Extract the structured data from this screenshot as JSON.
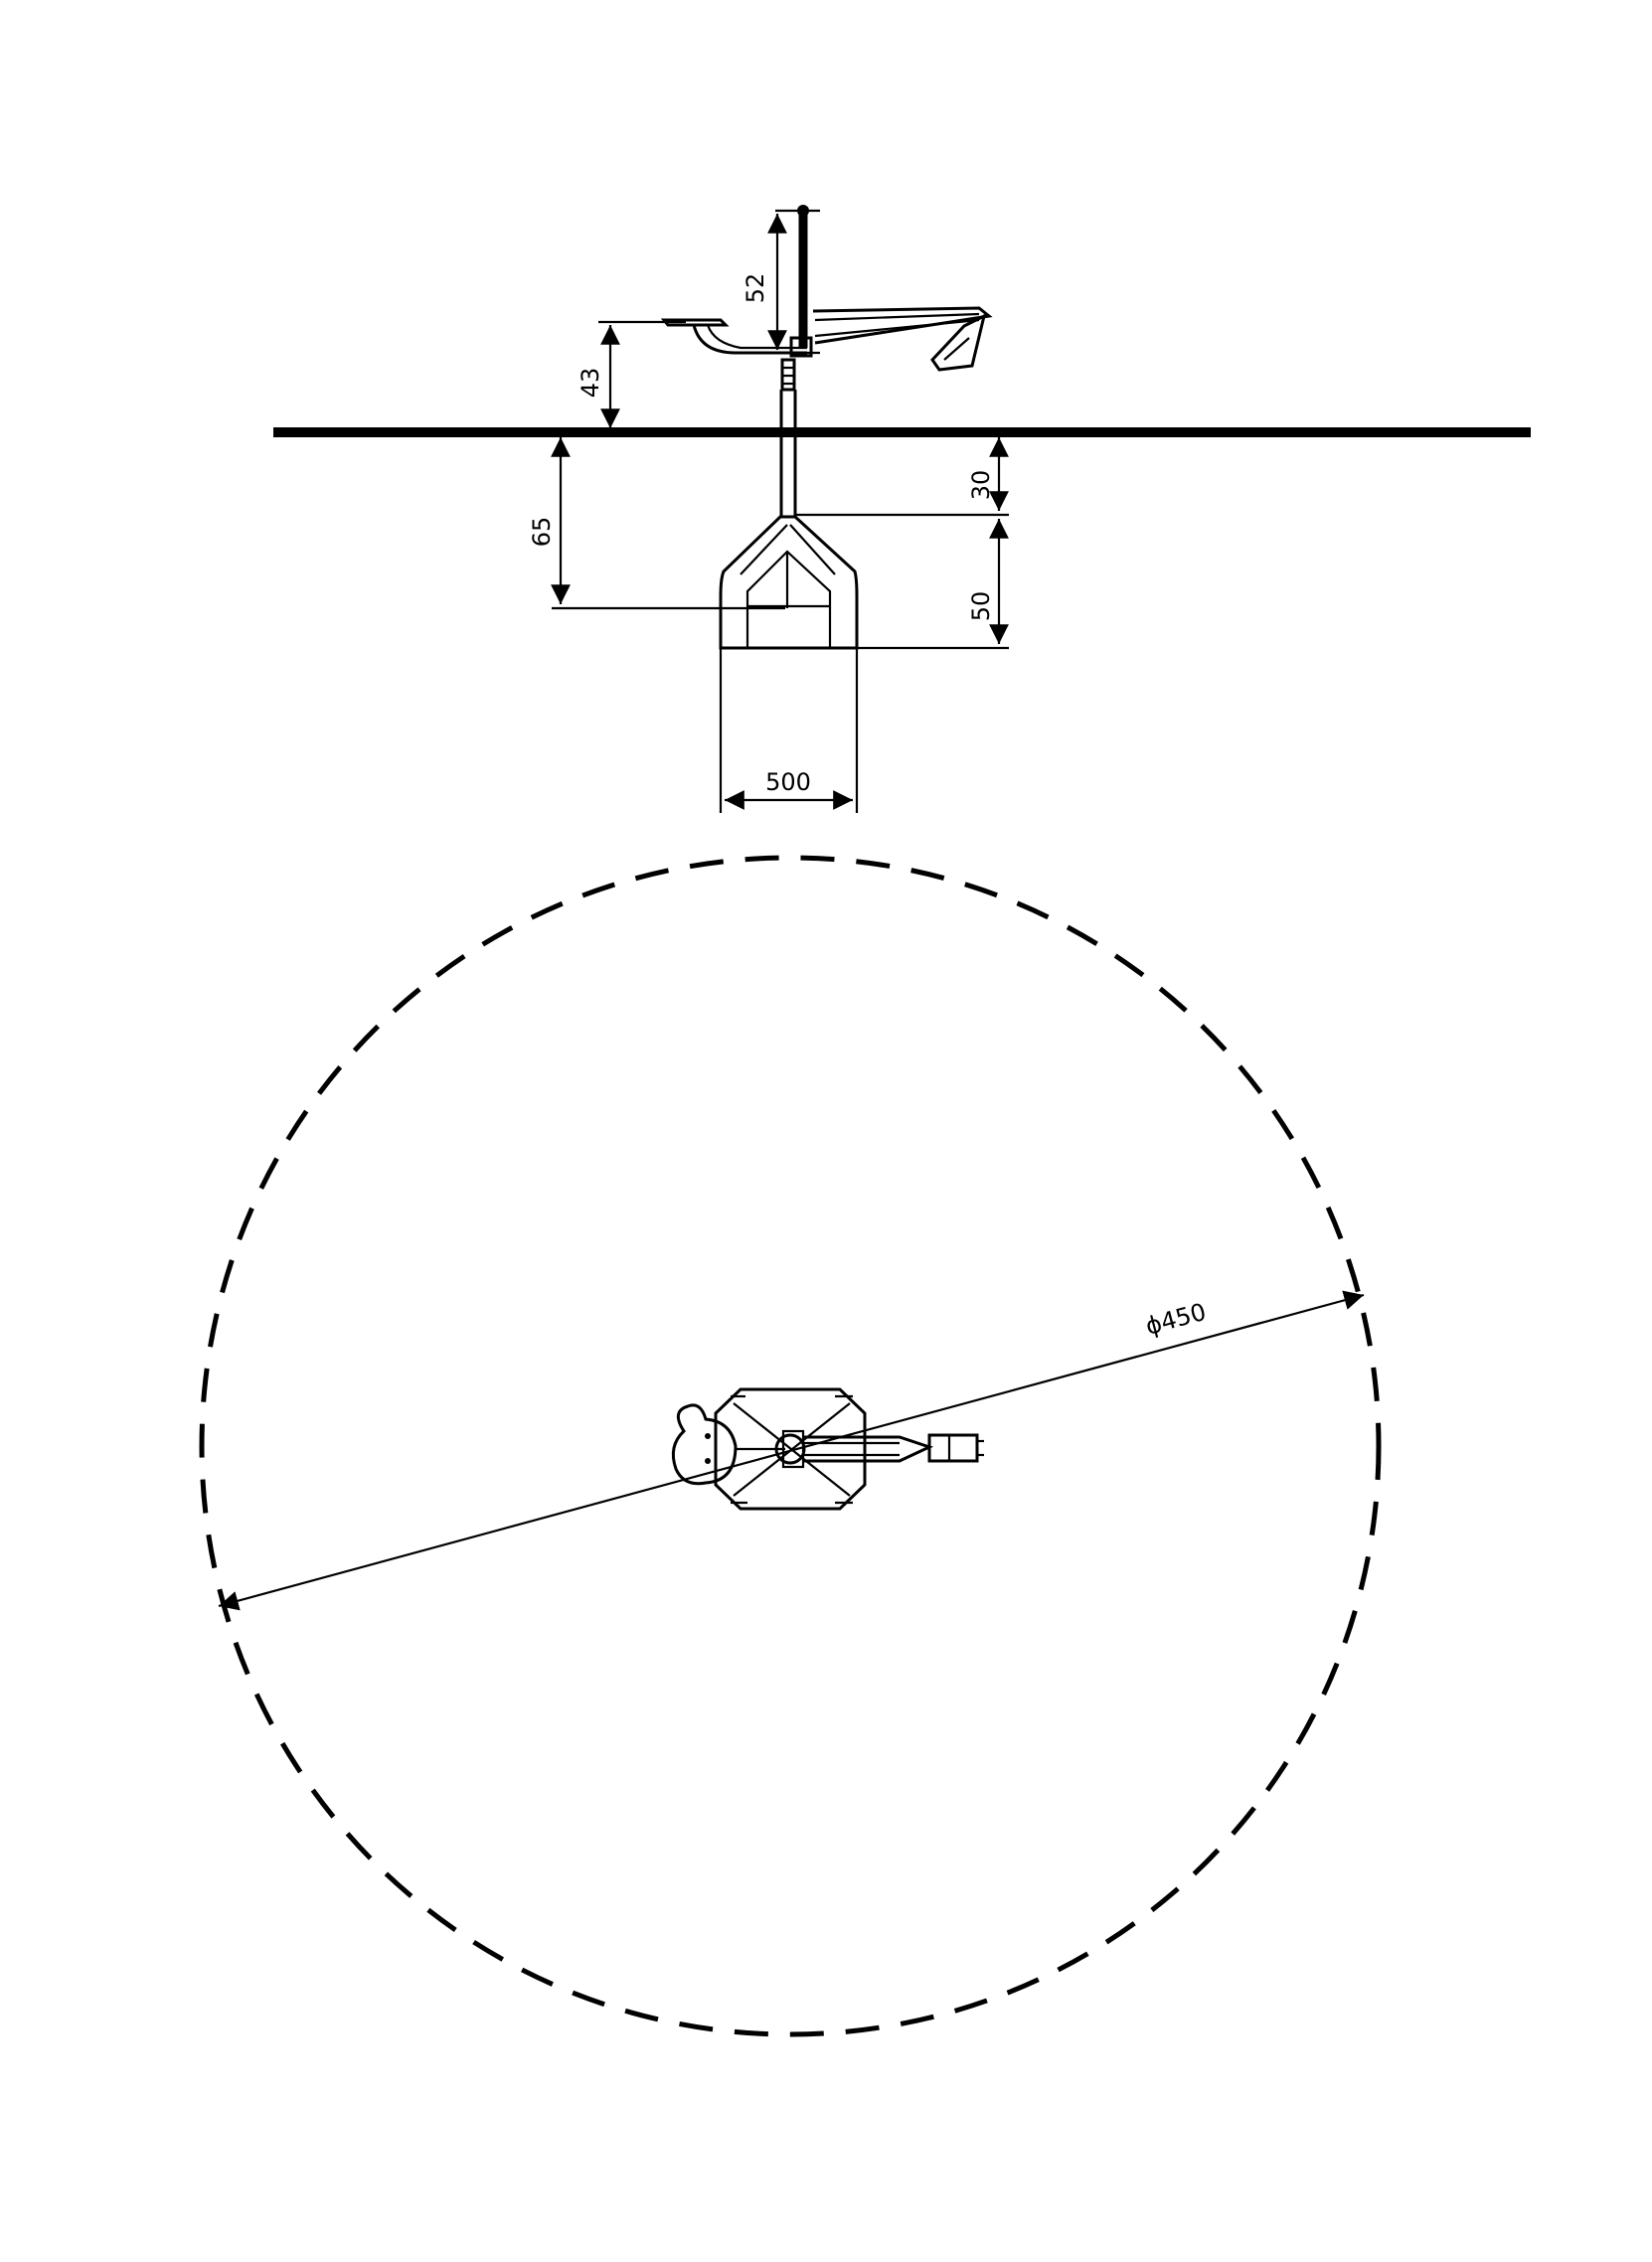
{
  "dimensions": {
    "handle_height": "52",
    "seat_height": "43",
    "burial_depth": "65",
    "post_depth": "30",
    "footing_height": "50",
    "footing_width": "500",
    "safety_zone_diameter": "ϕ450"
  },
  "views": {
    "elevation": "side view",
    "plan": "top view"
  },
  "colors": {
    "line": "#000000",
    "background": "#ffffff"
  }
}
